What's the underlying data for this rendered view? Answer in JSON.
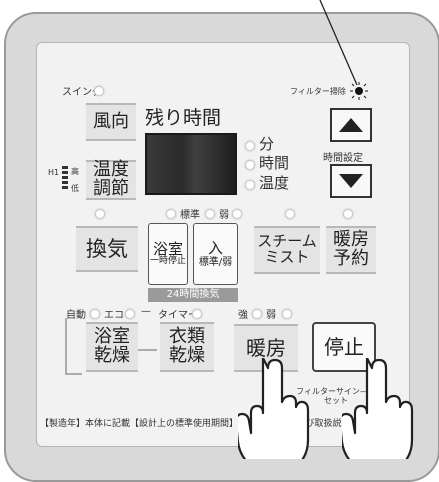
{
  "panel": {
    "swing_label": "スイング",
    "filter_clean_label": "フィルター掃除",
    "remaining_time_label": "残り時間",
    "unit_minutes": "分",
    "unit_time": "時間",
    "unit_temperature": "温度",
    "time_setting_label": "時間設定",
    "level_labels": {
      "h1": "H1",
      "high": "高",
      "low": "低"
    },
    "standard_label": "標準",
    "weak_label": "弱",
    "auto_label": "自動",
    "eco_label": "エコ",
    "timer_label": "タイマー",
    "strong_label": "強",
    "weak2_label": "弱",
    "bar_24h": "24時間換気",
    "filter_sign_reset_label": "フィルターサイン—リセット",
    "footer_text": "【製造年】本体に記載【設計上の標準使用期間】　年　　　本体及び取扱説明書"
  },
  "buttons": {
    "wind_direction": "風向",
    "temp_adjust_line1": "温度",
    "temp_adjust_line2": "調節",
    "ventilation": "換気",
    "bath_line1": "浴室",
    "bath_line2": "一時停止",
    "on_line1": "入",
    "on_line2": "標準/弱",
    "steam_line1": "スチーム",
    "steam_line2": "ミスト",
    "heat_reserve_line1": "暖房",
    "heat_reserve_line2": "予約",
    "bath_dry_line1": "浴室",
    "bath_dry_line2": "乾燥",
    "clothes_dry_line1": "衣類",
    "clothes_dry_line2": "乾燥",
    "heating": "暖房",
    "stop": "停止"
  },
  "colors": {
    "panel_bg": "#d9d9d9",
    "face_bg": "#f2f2f2",
    "display_bg": "#2a2a2a"
  }
}
